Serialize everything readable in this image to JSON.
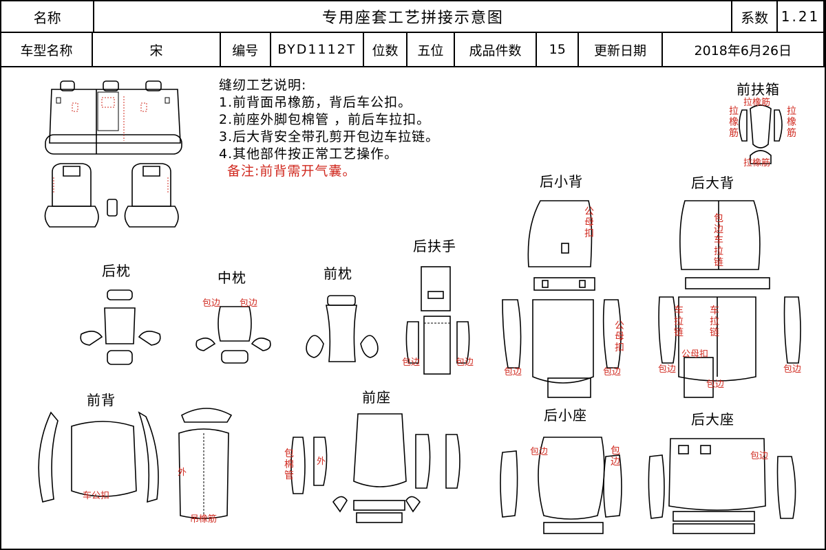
{
  "header": {
    "name_label": "名称",
    "title": "专用座套工艺拼接示意图",
    "coef_label": "系数",
    "coef_value": "1.21",
    "model_label": "车型名称",
    "model_value": "宋",
    "code_label": "编号",
    "code_value": "BYD1112T",
    "seats_label": "位数",
    "seats_value": "五位",
    "pieces_label": "成品件数",
    "pieces_value": "15",
    "date_label": "更新日期",
    "date_value": "2018年6月26日"
  },
  "notes": {
    "title": "缝纫工艺说明:",
    "items": [
      "1.前背面吊橡筋，背后车公扣。",
      "2.前座外脚包棉管 ，前后车拉扣。",
      "3.后大背安全带孔剪开包边车拉链。",
      "4.其他部件按正常工艺操作。"
    ],
    "remark": "备注:前背需开气囊。"
  },
  "sections": {
    "front_armbox": "前扶箱",
    "rear_small_back": "后小背",
    "rear_big_back": "后大背",
    "rear_armrest": "后扶手",
    "rear_pillow": "后枕",
    "mid_pillow": "中枕",
    "front_pillow": "前枕",
    "front_back": "前背",
    "front_seat": "前座",
    "rear_small_seat": "后小座",
    "rear_big_seat": "后大座"
  },
  "marks": {
    "elastic": "拉橡筋",
    "male_snap": "公母扣",
    "binding": "包边",
    "zipper": "车拉链",
    "car_male_snap": "车公扣",
    "outer": "外",
    "hanging_elastic": "吊橡筋",
    "cotton_tube": "包棉管"
  },
  "colors": {
    "line": "#000000",
    "annotation": "#d0281e"
  }
}
